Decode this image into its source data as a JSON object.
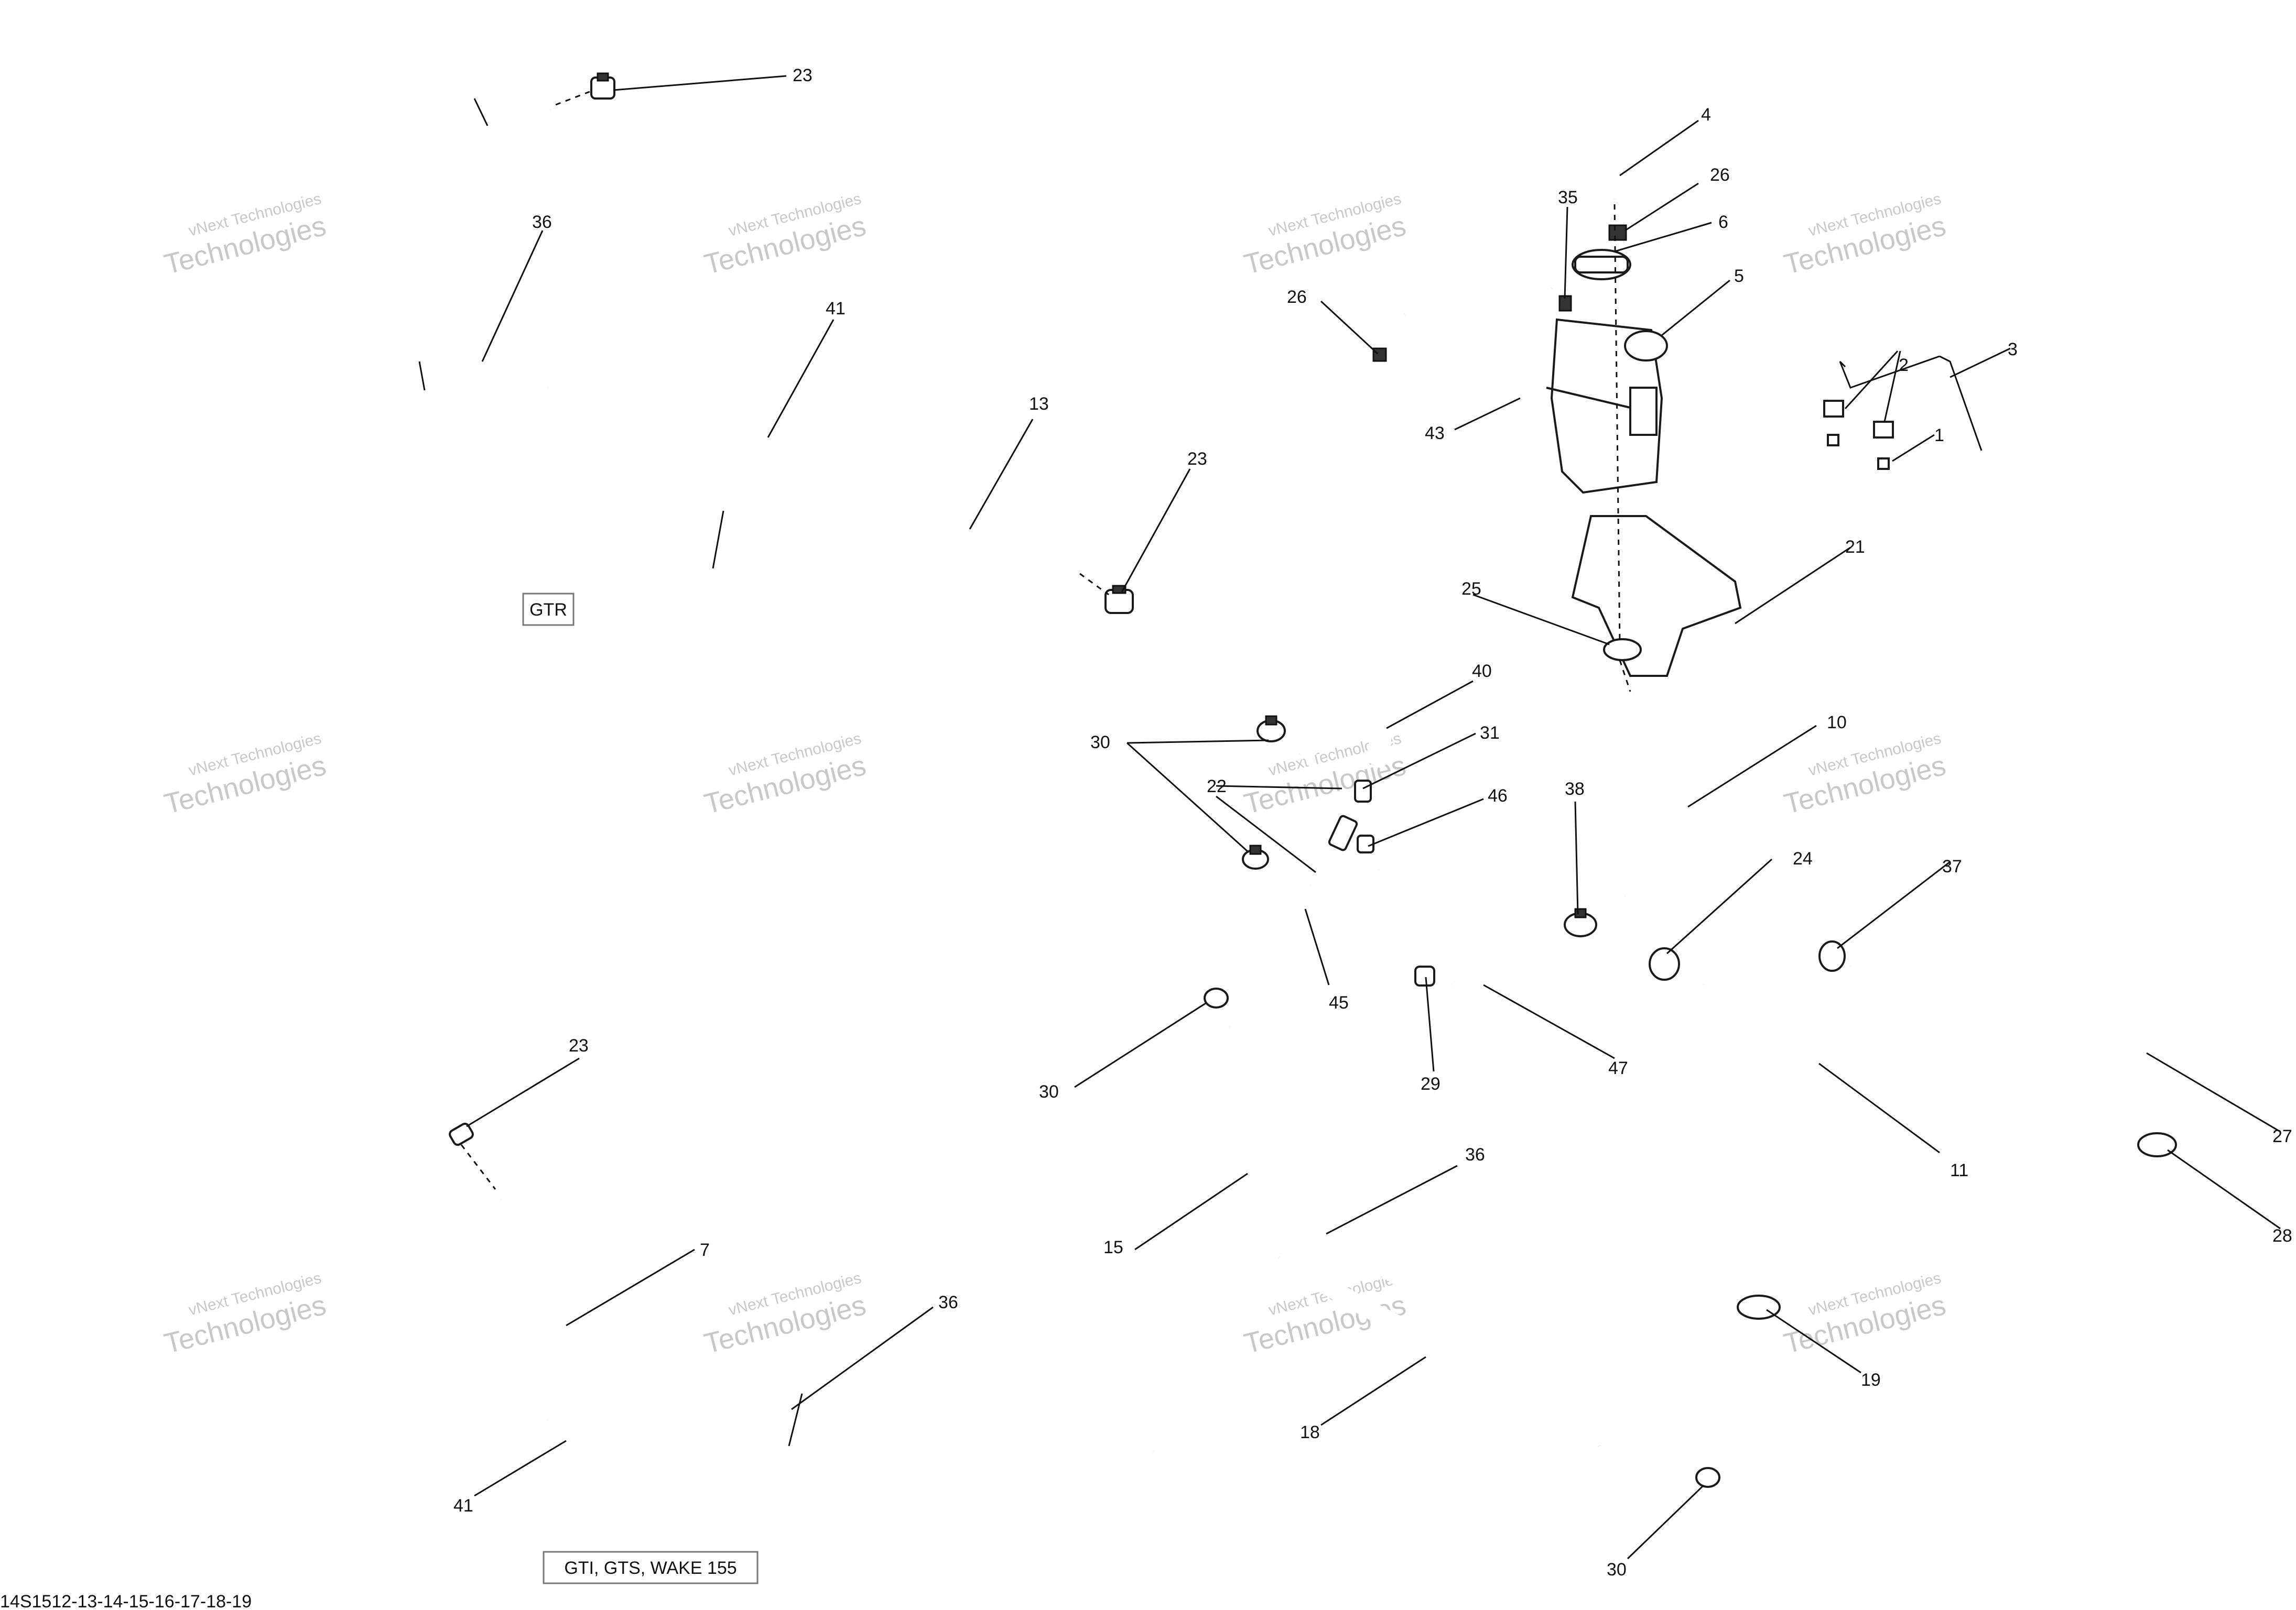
{
  "drawing_code": "14S1512-13-14-15-16-17-18-19",
  "watermark": {
    "line1": "vNext Technologies",
    "line2": "Technologies"
  },
  "model_labels": {
    "gtr": "GTR",
    "gti": "GTI, GTS, WAKE 155"
  },
  "callouts": {
    "c23a": "23",
    "c36a": "36",
    "c41a": "41",
    "c13": "13",
    "c23b": "23",
    "c4": "4",
    "c35": "35",
    "c26a": "26",
    "c6": "6",
    "c26b": "26",
    "c5": "5",
    "c43": "43",
    "c3": "3",
    "c2": "2",
    "c1": "1",
    "c21": "21",
    "c25": "25",
    "c40": "40",
    "c30a": "30",
    "c31": "31",
    "c22": "22",
    "c46": "46",
    "c10": "10",
    "c38": "38",
    "c24": "24",
    "c37": "37",
    "c45": "45",
    "c29": "29",
    "c47": "47",
    "c23c": "23",
    "c30b": "30",
    "c36b": "36",
    "c15": "15",
    "c11": "11",
    "c27": "27",
    "c28": "28",
    "c7": "7",
    "c36c": "36",
    "c18": "18",
    "c19": "19",
    "c41b": "41",
    "c30c": "30"
  }
}
